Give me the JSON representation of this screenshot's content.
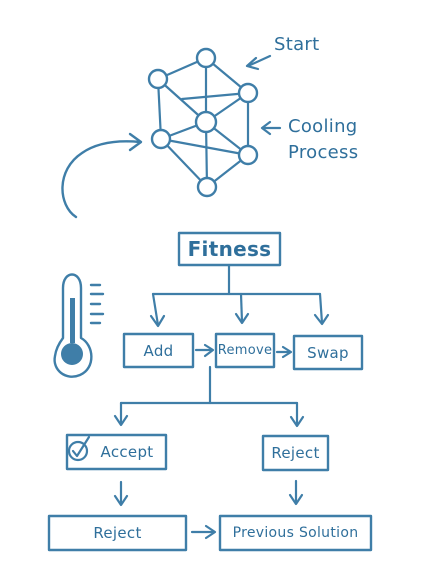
{
  "colors": {
    "ink": "#3f7ea8",
    "text": "#2f6f9b",
    "background": "#ffffff"
  },
  "icons": {
    "thermometer": "thermometer-icon",
    "curved_arrow": "curved-arrow-icon",
    "accept_mark": "check-circle-icon"
  },
  "labels": {
    "start": "Start",
    "cooling_line1": "Cooling",
    "cooling_line2": "Process"
  },
  "flow": {
    "fitness": "Fitness",
    "add": "Add",
    "remove": "Remove",
    "swap": "Swap",
    "accept": "Accept",
    "reject_right": "Reject",
    "reject_bottom": "Reject",
    "previous_solution": "Previous Solution"
  }
}
